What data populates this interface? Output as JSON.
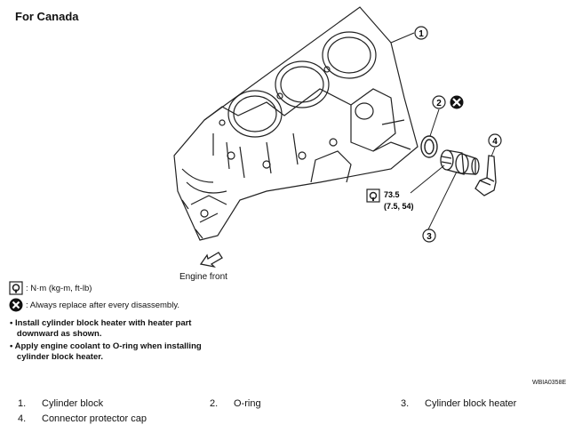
{
  "title": "For Canada",
  "callouts": [
    "1",
    "2",
    "3",
    "4"
  ],
  "torque": {
    "value": "73.5",
    "alt": "(7.5, 54)"
  },
  "engine_front": "Engine front",
  "legend": [
    {
      "icon": "torque-wrench-icon",
      "text": ": N·m (kg-m, ft-lb)"
    },
    {
      "icon": "always-replace-icon",
      "text": ": Always replace after every disassembly."
    }
  ],
  "notes": [
    "• Install cylinder block heater with heater part",
    "   downward as shown.",
    "• Apply engine coolant to O-ring when installing",
    "   cylinder block heater."
  ],
  "figure_code": "WBIA0358E",
  "parts": [
    {
      "num": "1.",
      "name": "Cylinder block"
    },
    {
      "num": "2.",
      "name": "O-ring"
    },
    {
      "num": "3.",
      "name": "Cylinder block heater"
    },
    {
      "num": "4.",
      "name": "Connector protector cap"
    }
  ]
}
